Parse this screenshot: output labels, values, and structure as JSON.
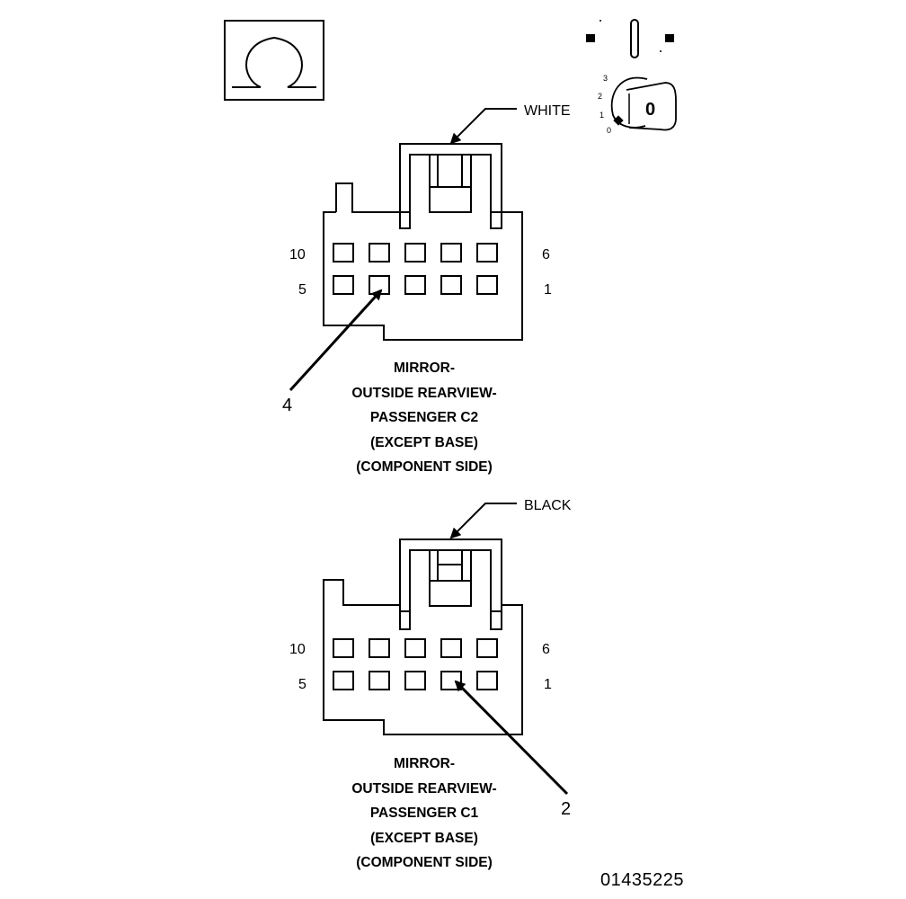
{
  "connector_c2": {
    "color_label": "WHITE",
    "pin_top_left": "10",
    "pin_top_right": "6",
    "pin_bottom_left": "5",
    "pin_bottom_right": "1",
    "callout": "4",
    "caption": [
      "MIRROR-",
      "OUTSIDE REARVIEW-",
      "PASSENGER C2",
      "(EXCEPT BASE)",
      "(COMPONENT SIDE)"
    ]
  },
  "connector_c1": {
    "color_label": "BLACK",
    "pin_top_left": "10",
    "pin_top_right": "6",
    "pin_bottom_left": "5",
    "pin_bottom_right": "1",
    "callout": "2",
    "caption": [
      "MIRROR-",
      "OUTSIDE REARVIEW-",
      "PASSENGER C1",
      "(EXCEPT BASE)",
      "(COMPONENT SIDE)"
    ]
  },
  "ignition_key": {
    "positions": [
      "3",
      "2",
      "1",
      "0"
    ],
    "key_label": "0"
  },
  "figure_id": "01435225",
  "icons": [
    "omega-symbol-icon",
    "ignition-key-icon"
  ]
}
